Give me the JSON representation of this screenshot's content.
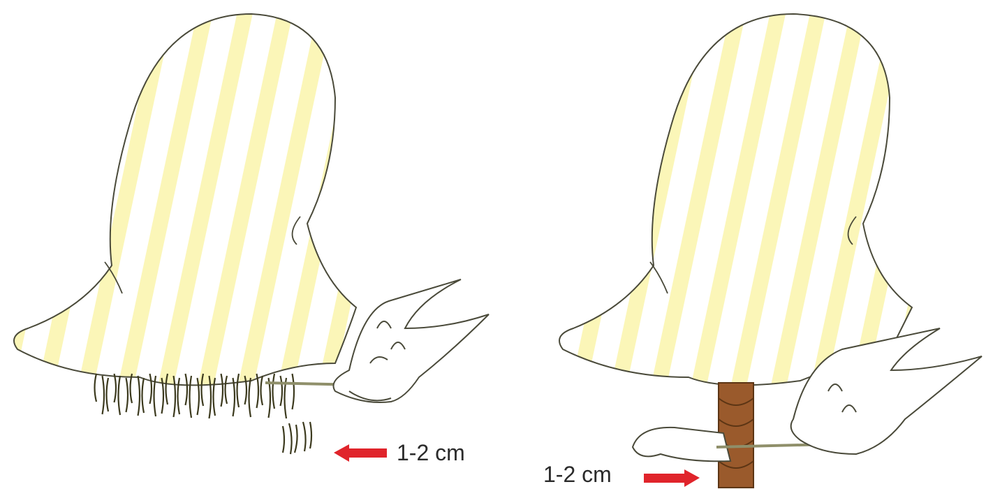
{
  "colors": {
    "outline": "#4a4a3a",
    "stripe": "#fbf6b8",
    "arrow": "#e0242b",
    "hair": "#3c3a1e",
    "braid": "#9a5a2c"
  },
  "panels": [
    {
      "measure_label": "1-2 cm",
      "arrow_direction": "left"
    },
    {
      "measure_label": "1-2 cm",
      "arrow_direction": "right"
    }
  ]
}
